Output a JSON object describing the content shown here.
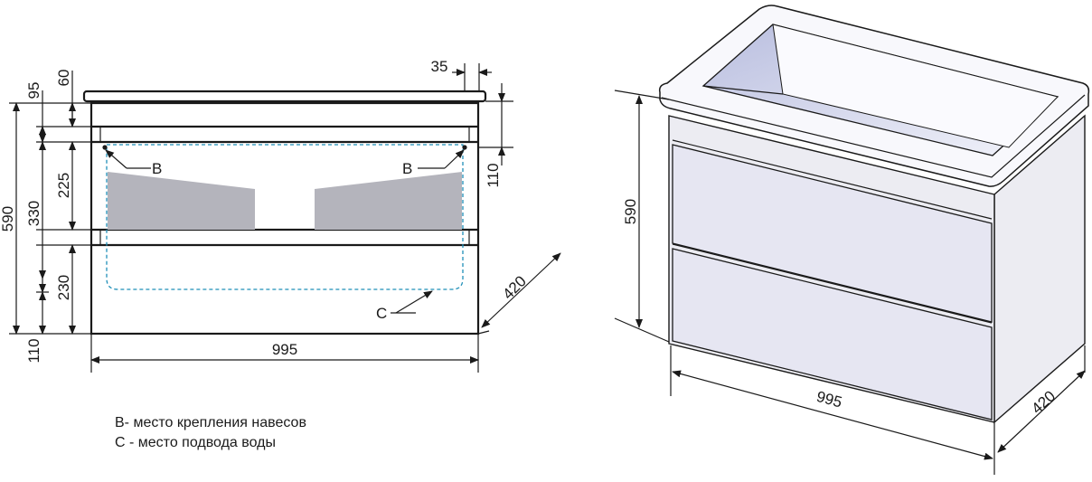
{
  "front_view": {
    "dim_total_height": "590",
    "dim_top_95": "95",
    "dim_top_60": "60",
    "dim_upper_330": "330",
    "dim_upper_225": "225",
    "dim_lower_230": "230",
    "dim_bottom_110": "110",
    "dim_width": "995",
    "dim_35": "35",
    "dim_110_right": "110",
    "dim_depth": "420",
    "label_b_left": "B",
    "label_b_right": "B",
    "label_c": "C"
  },
  "legend": {
    "line1": "B- место крепления навесов",
    "line2": "C - место подвода воды"
  },
  "iso_view": {
    "dim_height": "590",
    "dim_width": "995",
    "dim_depth": "420"
  },
  "colors": {
    "line": "#1a1a1a",
    "panel_fill": "#e6e6f2",
    "cutout_fill": "#b4b4bc",
    "water_dash": "#1f8fb8"
  }
}
